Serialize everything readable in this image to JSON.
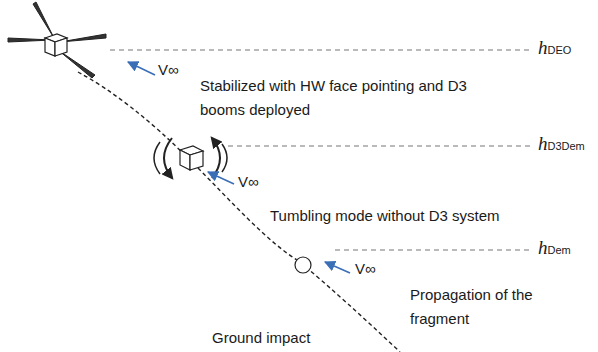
{
  "diagram": {
    "labels": [
      "hDEO",
      "Stabilized with HW face pointing and D3 booms deployed",
      "V∞",
      "hD3Dem",
      "Tumbling mode without D3 system",
      "V∞",
      "hDem",
      "V∞",
      "Propagation of the fragment",
      "Ground impact"
    ]
  }
}
